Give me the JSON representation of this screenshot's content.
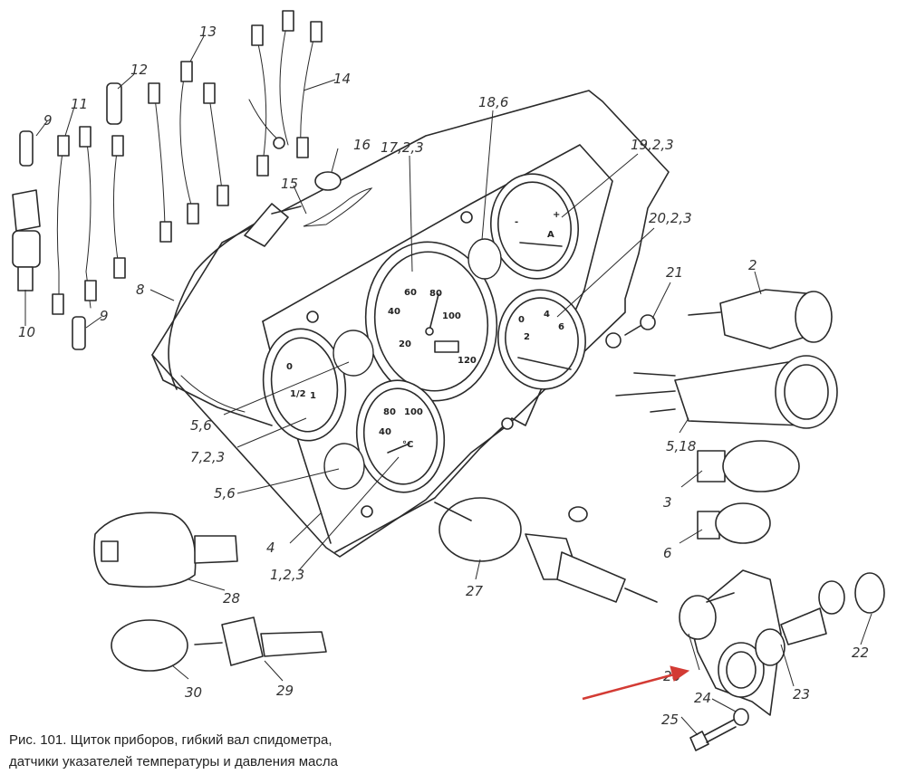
{
  "caption": {
    "line1": "Рис. 101. Щиток приборов, гибкий вал спидометра,",
    "line2": "датчики указателей температуры  и давления масла"
  },
  "labels": {
    "l2": "2",
    "l3": "3",
    "l4": "4",
    "l5_6a": "5,6",
    "l5_6b": "5,6",
    "l5_18": "5,18",
    "l6": "6",
    "l7": "7,2,3",
    "l8": "8",
    "l9a": "9",
    "l9b": "9",
    "l10": "10",
    "l11": "11",
    "l12": "12",
    "l13": "13",
    "l14": "14",
    "l15": "15",
    "l16": "16",
    "l17": "17,2,3",
    "l18": "18,6",
    "l19": "19,2,3",
    "l20": "20,2,3",
    "l21": "21",
    "l22": "22",
    "l23": "23",
    "l24": "24",
    "l25": "25",
    "l26": "26",
    "l27": "27",
    "l28": "28",
    "l29": "29",
    "l30": "30",
    "l1": "1,2,3"
  },
  "gauge_marks": {
    "speedo": [
      "20",
      "40",
      "60",
      "80",
      "100",
      "120"
    ],
    "temp": [
      "40",
      "80",
      "100",
      "°C"
    ],
    "fuel": [
      "0",
      "1/2",
      "1"
    ],
    "oil": [
      "0",
      "2",
      "4",
      "6"
    ],
    "amp": [
      "-",
      "A",
      "+"
    ]
  },
  "colors": {
    "ink": "#2a2a2a",
    "arrow": "#d33b34"
  }
}
